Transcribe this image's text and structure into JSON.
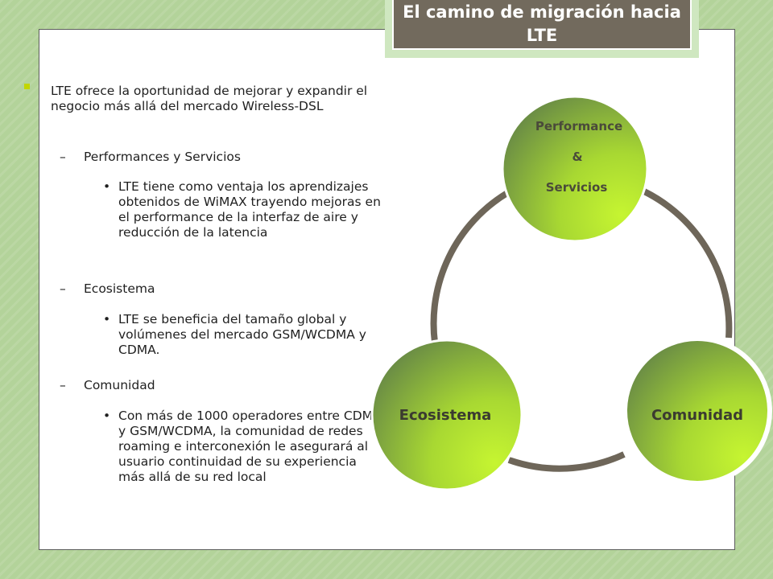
{
  "slide": {
    "title": "El camino de migración hacia LTE",
    "main_point": "LTE ofrece la oportunidad de mejorar y expandir el negocio más allá del mercado Wireless-DSL",
    "sections": [
      {
        "heading": "Performances y Servicios",
        "detail": "LTE tiene como ventaja los aprendizajes obtenidos de WiMAX trayendo mejoras en el performance de la interfaz de aire y reducción de la latencia"
      },
      {
        "heading": "Ecosistema",
        "detail": "LTE se beneficia del tamaño global y volúmenes del mercado GSM/WCDMA y CDMA."
      },
      {
        "heading": "Comunidad",
        "detail": "Con más de 1000 operadores entre CDMA y GSM/WCDMA, la comunidad de redes roaming e interconexión le asegurará al usuario continuidad de su experiencia más allá de su red local"
      }
    ]
  },
  "diagram": {
    "nodes": [
      {
        "line1": "Performance",
        "line2": "&",
        "line3": "Servicios"
      },
      {
        "label": "Ecosistema"
      },
      {
        "label": "Comunidad"
      }
    ]
  },
  "colors": {
    "background": "#b3d39a",
    "title_bar": "#726a5d",
    "node_light": "#c6f531",
    "node_dark": "#6a8c45",
    "ring": "#6e6659",
    "bullet": "#c2d600"
  },
  "icons": {
    "bullet_lvl1": "square-bullet-icon",
    "bullet_lvl2": "dash-bullet-icon",
    "bullet_lvl3": "dot-bullet-icon"
  }
}
